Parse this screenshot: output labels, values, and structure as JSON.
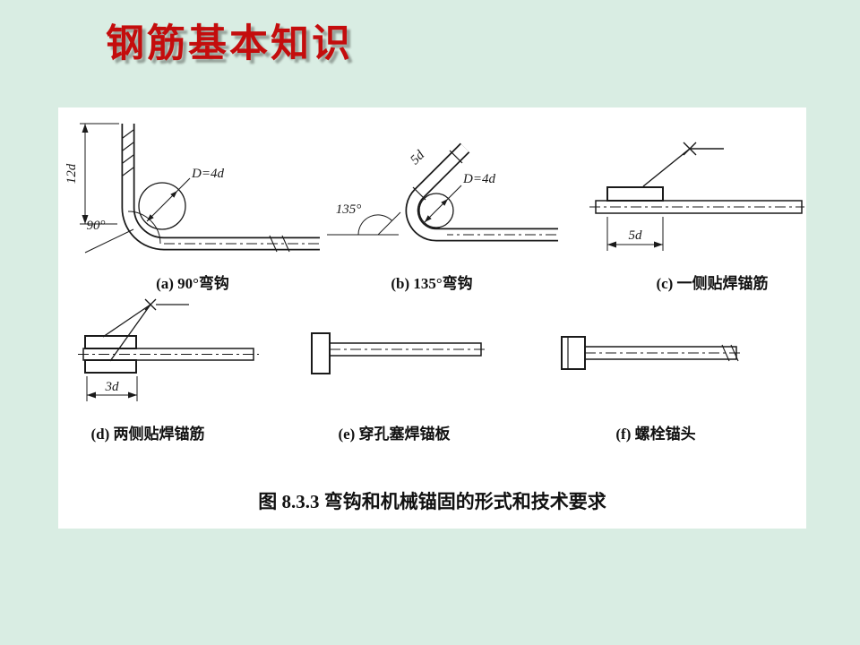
{
  "slide": {
    "title": "钢筋基本知识"
  },
  "figure": {
    "caption": "图 8.3.3  弯钩和机械锚固的形式和技术要求",
    "labels": {
      "a": "(a) 90°弯钩",
      "b": "(b) 135°弯钩",
      "c": "(c) 一侧贴焊锚筋",
      "d": "(d) 两侧贴焊锚筋",
      "e": "(e) 穿孔塞焊锚板",
      "f": "(f) 螺栓锚头"
    },
    "annotations": {
      "a_len": "12d",
      "a_dia": "D=4d",
      "a_angle": "90°",
      "b_len": "5d",
      "b_dia": "D=4d",
      "b_angle": "135°",
      "c_len": "5d",
      "d_len": "3d"
    },
    "colors": {
      "title_red": "#c40d0d",
      "background_mint": "#d9ede3",
      "panel_white": "#ffffff",
      "ink": "#1a1a1a"
    }
  }
}
